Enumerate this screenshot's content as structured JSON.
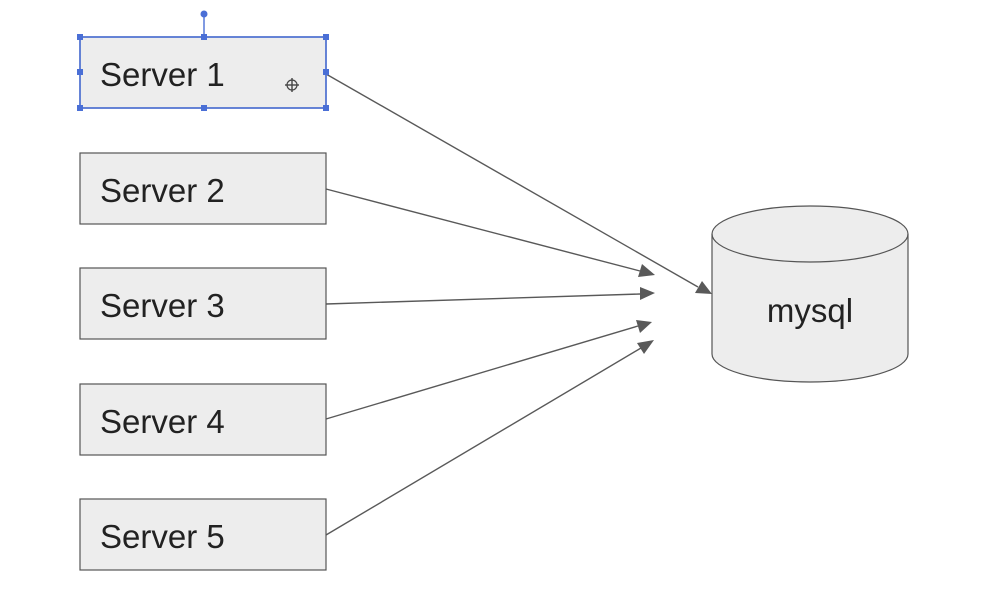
{
  "diagram": {
    "servers": [
      {
        "label": "Server 1",
        "selected": true
      },
      {
        "label": "Server 2",
        "selected": false
      },
      {
        "label": "Server 3",
        "selected": false
      },
      {
        "label": "Server 4",
        "selected": false
      },
      {
        "label": "Server 5",
        "selected": false
      }
    ],
    "database": {
      "label": "mysql"
    },
    "connections": [
      {
        "from": "Server 1",
        "to": "mysql"
      },
      {
        "from": "Server 2",
        "to": "mysql"
      },
      {
        "from": "Server 3",
        "to": "mysql"
      },
      {
        "from": "Server 4",
        "to": "mysql"
      },
      {
        "from": "Server 5",
        "to": "mysql"
      }
    ]
  },
  "colors": {
    "box_fill": "#ededed",
    "box_stroke": "#555555",
    "arrow": "#595959",
    "selection": "#4a6fd6",
    "text": "#222222"
  },
  "icons": {
    "move_cursor": "move-cursor-icon"
  }
}
